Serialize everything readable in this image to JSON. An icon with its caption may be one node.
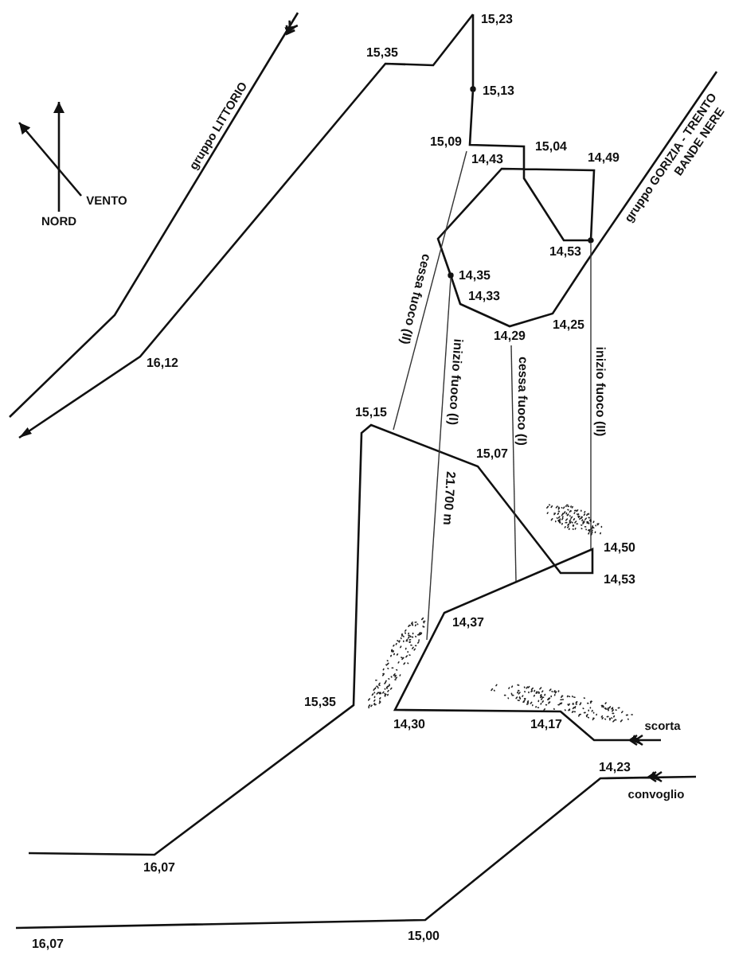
{
  "diagram": {
    "labels": [
      "15,23",
      "15,35",
      "gruppo LITTORIO",
      "15,13",
      "VENTO",
      "NORD",
      "15,09",
      "15,04",
      "14,49",
      "14,43",
      "gruppo GORIZIA - TRENTO",
      "BANDE NERE",
      "14,53",
      "cessa fuoco (II)",
      "14,35",
      "14,33",
      "inizio fuoco (I)",
      "14,29",
      "cessa fuoco (I)",
      "14,25",
      "inizio fuoco (II)",
      "16,12",
      "15,15",
      "15,07",
      "21.700 m",
      "14,50",
      "14,53",
      "14,37",
      "15,35",
      "14,30",
      "14,17",
      "scorta",
      "14,23",
      "convoglio",
      "16,07",
      "16,07",
      "15,00"
    ]
  }
}
